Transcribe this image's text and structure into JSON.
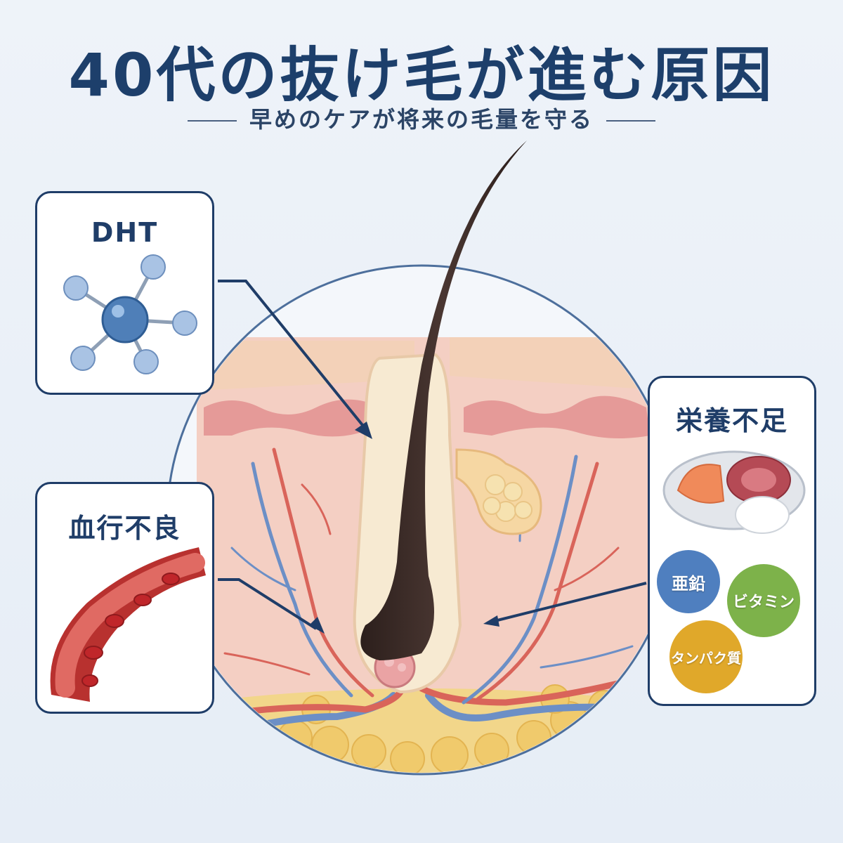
{
  "header": {
    "title": "40代の抜け毛が進む原因",
    "subtitle": "早めのケアが将来の毛量を守る"
  },
  "callouts": {
    "dht": {
      "label": "DHT"
    },
    "blood": {
      "label": "血行不良"
    },
    "nutrition": {
      "label": "栄養不足",
      "nutrients": [
        {
          "label": "亜鉛",
          "color": "#4f7fbf"
        },
        {
          "label": "ビタミン",
          "color": "#7db24a"
        },
        {
          "label": "タンパク質",
          "color": "#e0a82a"
        }
      ]
    }
  },
  "colors": {
    "accent": "#1f3d68",
    "skin": "#f3c6bb",
    "hair": "#3a2a26",
    "fat": "#f4dc8e",
    "vein": "#6c8fc6",
    "artery": "#d9645a"
  }
}
